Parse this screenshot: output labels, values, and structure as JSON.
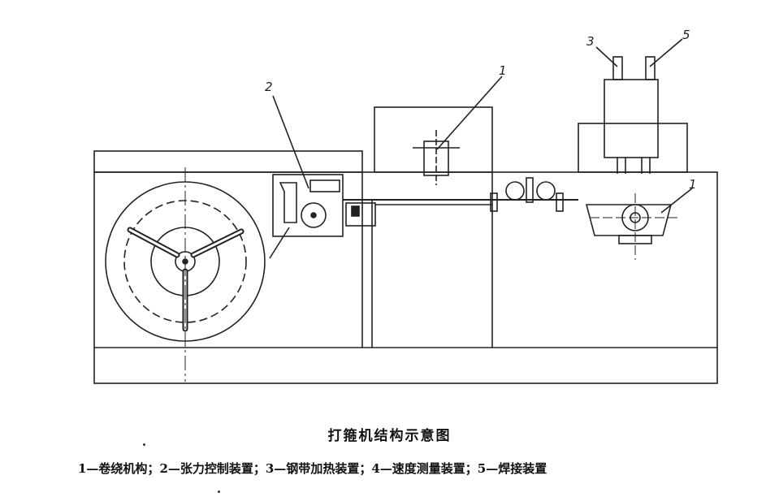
{
  "caption": {
    "title": "打箍机结构示意图",
    "legend": "1—卷绕机构；2—张力控制装置；3—钢带加热装置；4—速度测量装置；5—焊接装置"
  },
  "callouts": {
    "c1_top": "1",
    "c2": "2",
    "c3": "3",
    "c5": "5",
    "c1_right": "1"
  },
  "colors": {
    "line": "#222222",
    "background": "#ffffff"
  }
}
